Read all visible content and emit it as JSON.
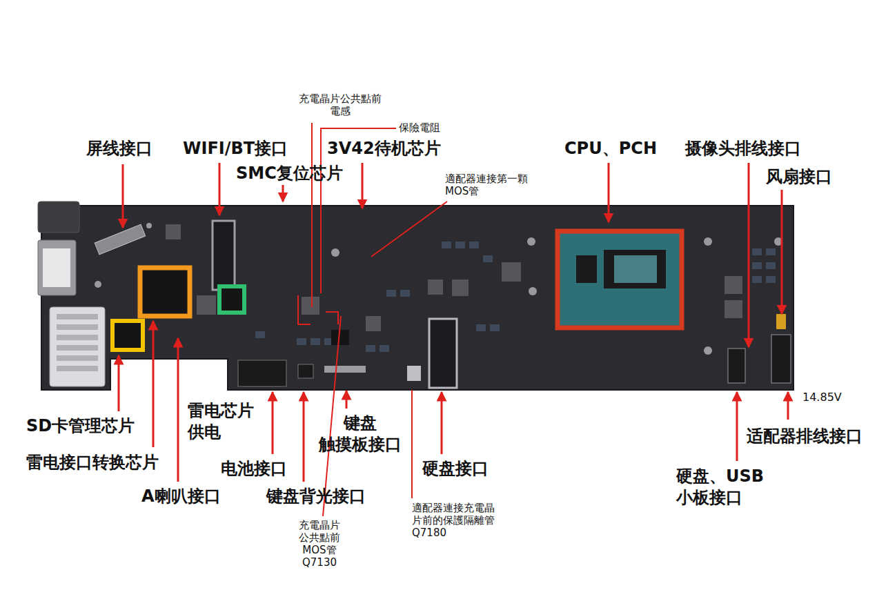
{
  "diagram": {
    "labels": [
      "充電晶片公共點前 電感",
      "保險電阻",
      "屏线接口",
      "WIFI/BT接口",
      "3V42待机芯片",
      "SMC复位芯片",
      "CPU、PCH",
      "摄像头排线接口",
      "风扇接口",
      "適配器連接第一顆 MOS管",
      "SD卡管理芯片",
      "雷电芯片 供电",
      "电池接口",
      "键盘 触摸板接口",
      "硬盘接口",
      "14.85V",
      "适配器排线接口",
      "雷电接口转换芯片",
      "A喇叭接口",
      "键盘背光接口",
      "硬盘、USB 小板接口",
      "適配器連接充電晶片前的保護隔離管 Q7180",
      "充電晶片 公共點前 MOS管 Q7130"
    ]
  }
}
